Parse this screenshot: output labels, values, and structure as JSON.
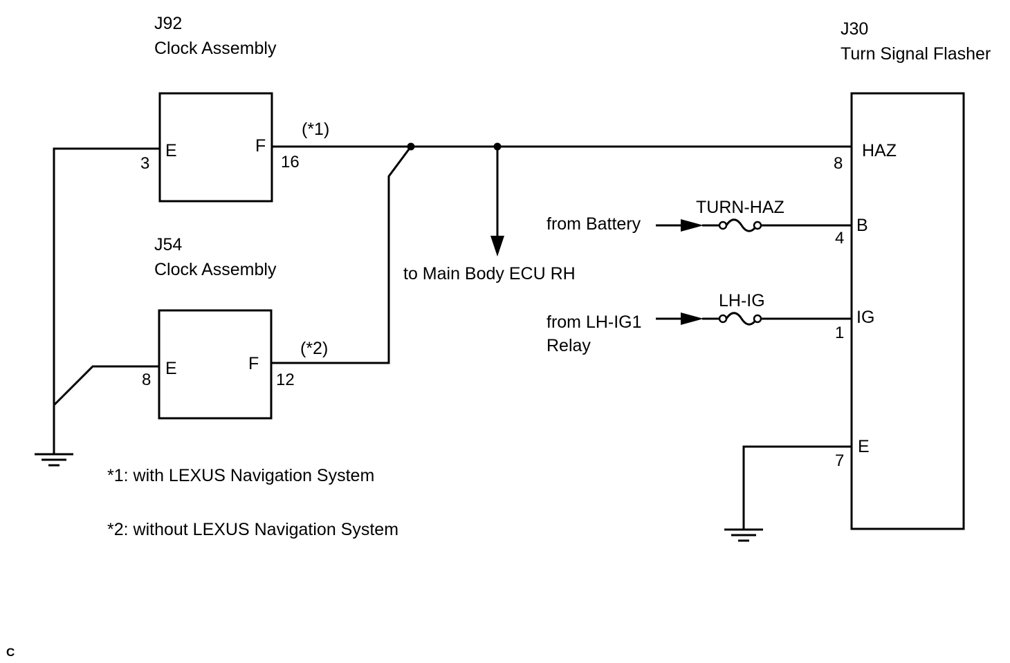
{
  "components": {
    "j92": {
      "id": "J92",
      "name": "Clock Assembly",
      "pin_e_label": "E",
      "pin_e_num": "3",
      "pin_f_label": "F",
      "pin_f_num": "16"
    },
    "j54": {
      "id": "J54",
      "name": "Clock Assembly",
      "pin_e_label": "E",
      "pin_e_num": "8",
      "pin_f_label": "F",
      "pin_f_num": "12"
    },
    "j30": {
      "id": "J30",
      "name": "Turn Signal Flasher",
      "pins": [
        {
          "label": "HAZ",
          "num": "8"
        },
        {
          "label": "B",
          "num": "4"
        },
        {
          "label": "IG",
          "num": "1"
        },
        {
          "label": "E",
          "num": "7"
        }
      ]
    }
  },
  "wires": {
    "note_1": "(*1)",
    "note_2": "(*2)",
    "to_main_body": "to Main Body ECU RH",
    "from_battery": "from Battery",
    "from_lh_ig1_line1": "from LH-IG1",
    "from_lh_ig1_line2": "Relay"
  },
  "fuses": {
    "turn_haz": "TURN-HAZ",
    "lh_ig": "LH-IG"
  },
  "notes": {
    "note_1": "*1: with LEXUS Navigation System",
    "note_2": "*2: without LEXUS Navigation System"
  },
  "corner_mark": "C"
}
